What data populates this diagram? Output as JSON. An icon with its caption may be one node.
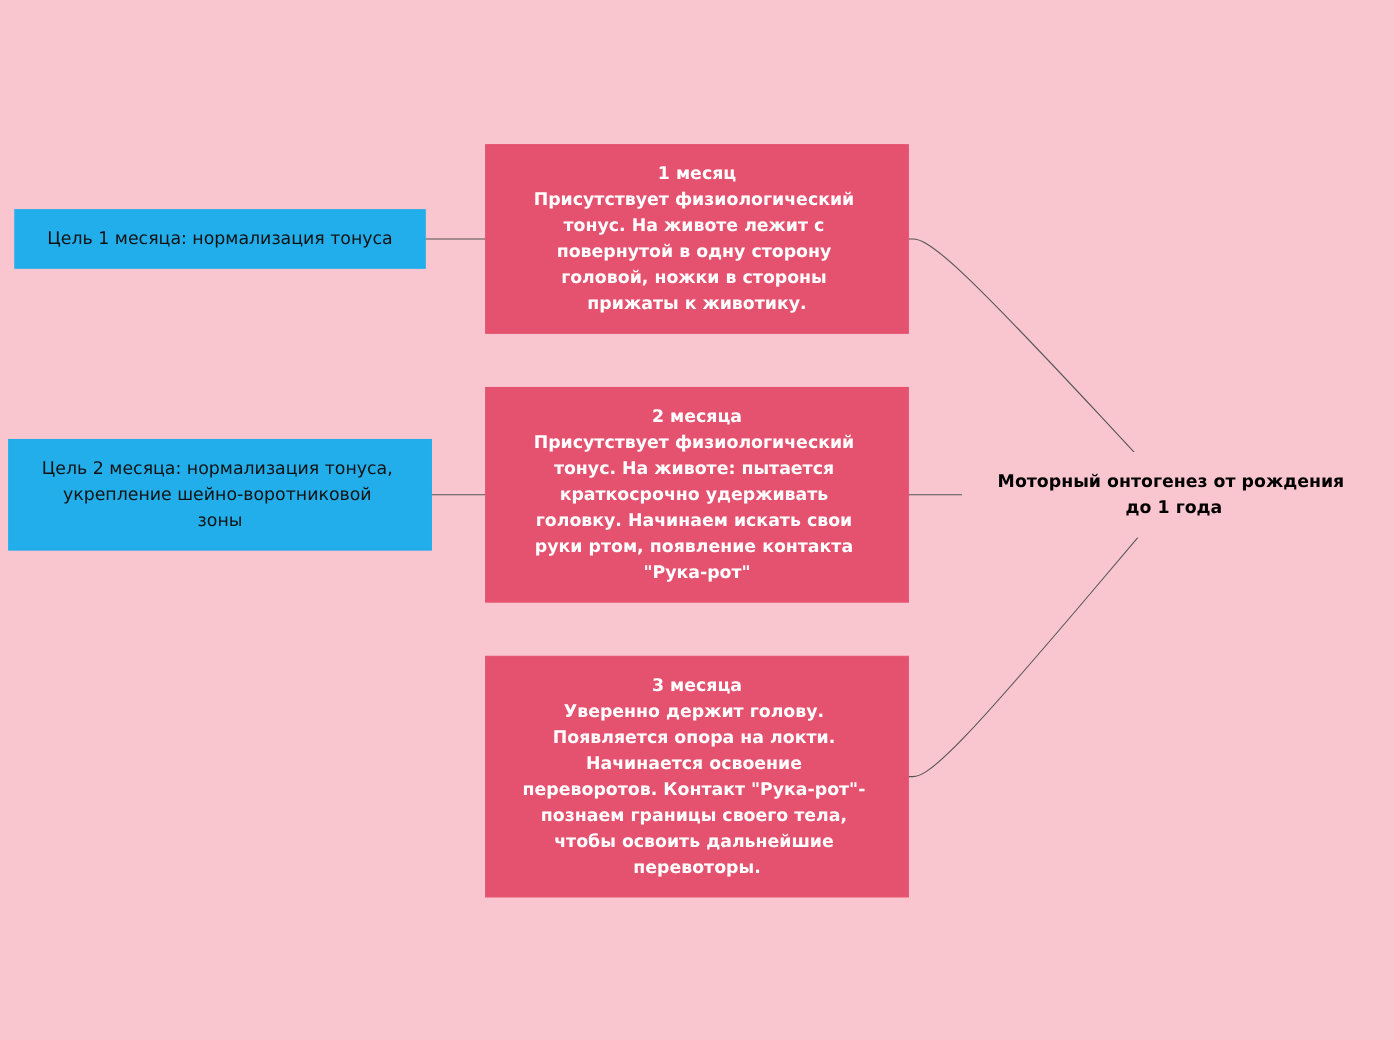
{
  "diagram": {
    "nodes": [
      {
        "text": [
          "Моторный онтогенез от рождения до 1 года"
        ]
      },
      {
        "text": [
          "1 месяц",
          "Присутствует физиологический тонус. На животе лежит с повернутой в одну сторону головой, ножки в стороны прижаты к животику."
        ]
      },
      {
        "text": [
          "Цель 1 месяца: нормализация тонуса"
        ]
      },
      {
        "text": [
          "2 месяца",
          "Присутствует физиологический тонус. На животе: пытается краткосрочно удерживать головку. Начинаем искать свои руки ртом, появление контакта \"Рука-рот\""
        ]
      },
      {
        "text": [
          "Цель 2 месяца: нормализация тонуса, укрепление шейно-воротниковой зоны"
        ]
      },
      {
        "text": [
          "3 месяца",
          "Уверенно держит голову. Появляется опора на локти. Начинается освоение переворотов. Контакт \"Рука-рот\"- познаем границы своего тела, чтобы освоить дальнейшие перевоторы."
        ]
      }
    ],
    "edges": [
      {
        "from": 0,
        "to": 1,
        "arrow": "none"
      },
      {
        "from": 1,
        "to": 2,
        "arrow": "none"
      },
      {
        "from": 0,
        "to": 3,
        "arrow": "none"
      },
      {
        "from": 3,
        "to": 4,
        "arrow": "none"
      },
      {
        "from": 0,
        "to": 5,
        "arrow": "none"
      }
    ]
  }
}
